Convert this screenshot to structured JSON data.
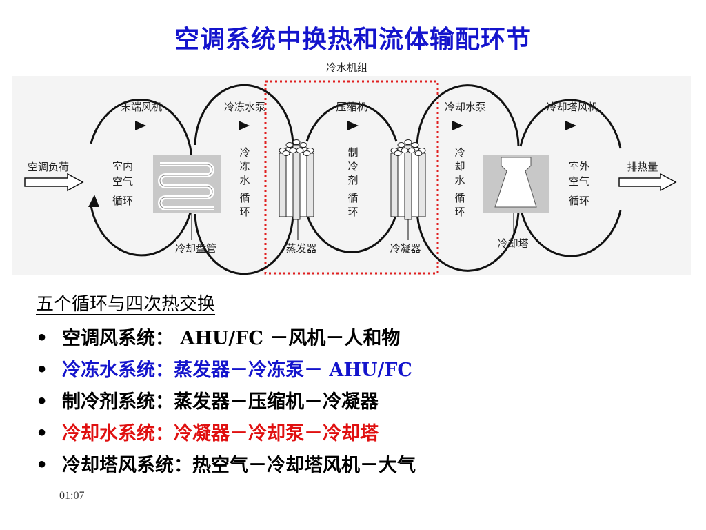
{
  "title": "空调系统中换热和流体输配环节",
  "diagram": {
    "top_label": "冷水机组",
    "labels": {
      "fan_end": "末端风机",
      "chw_pump": "冷冻水泵",
      "compressor": "压缩机",
      "cw_pump": "冷却水泵",
      "tower_fan": "冷却塔风机",
      "load_in": "空调负荷",
      "heat_out": "排热量",
      "coil": "冷却盘管",
      "evaporator": "蒸发器",
      "condenser": "冷凝器",
      "tower": "冷却塔"
    },
    "circles": {
      "c1": [
        "室内",
        "空气",
        "循环"
      ],
      "c2": [
        "冷",
        "冻",
        "水",
        "循",
        "环"
      ],
      "c3": [
        "制",
        "冷",
        "剂",
        "循",
        "环"
      ],
      "c4": [
        "冷",
        "却",
        "水",
        "循",
        "环"
      ],
      "c5": [
        "室外",
        "空气",
        "循环"
      ]
    },
    "colors": {
      "frame": "#e02020",
      "line": "#111111"
    }
  },
  "subtitle": "五个循环与四次热交换",
  "bullets": [
    {
      "text": "空调风系统： AHU/FC －风机－人和物",
      "color": "#000000"
    },
    {
      "text": "冷冻水系统：蒸发器－冷冻泵－ AHU/FC",
      "color": "#1414cc"
    },
    {
      "text": "制冷剂系统：蒸发器－压缩机－冷凝器",
      "color": "#000000"
    },
    {
      "text": "冷却水系统：冷凝器－冷却泵－冷却塔",
      "color": "#e01010"
    },
    {
      "text": "冷却塔风系统：热空气－冷却塔风机－大气",
      "color": "#000000"
    }
  ],
  "bullet_glyph": "•",
  "time": "01:07"
}
